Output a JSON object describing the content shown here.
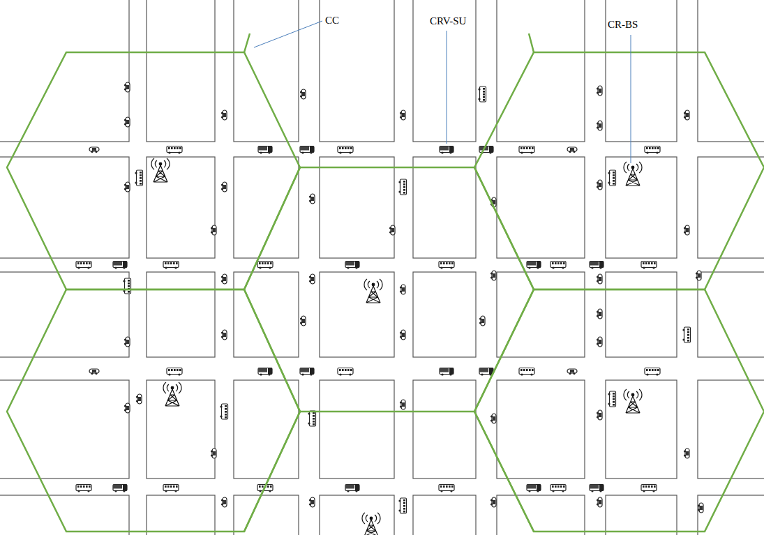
{
  "diagram": {
    "labels": [
      "CC",
      "CRV-SU",
      "CR-BS"
    ]
  }
}
